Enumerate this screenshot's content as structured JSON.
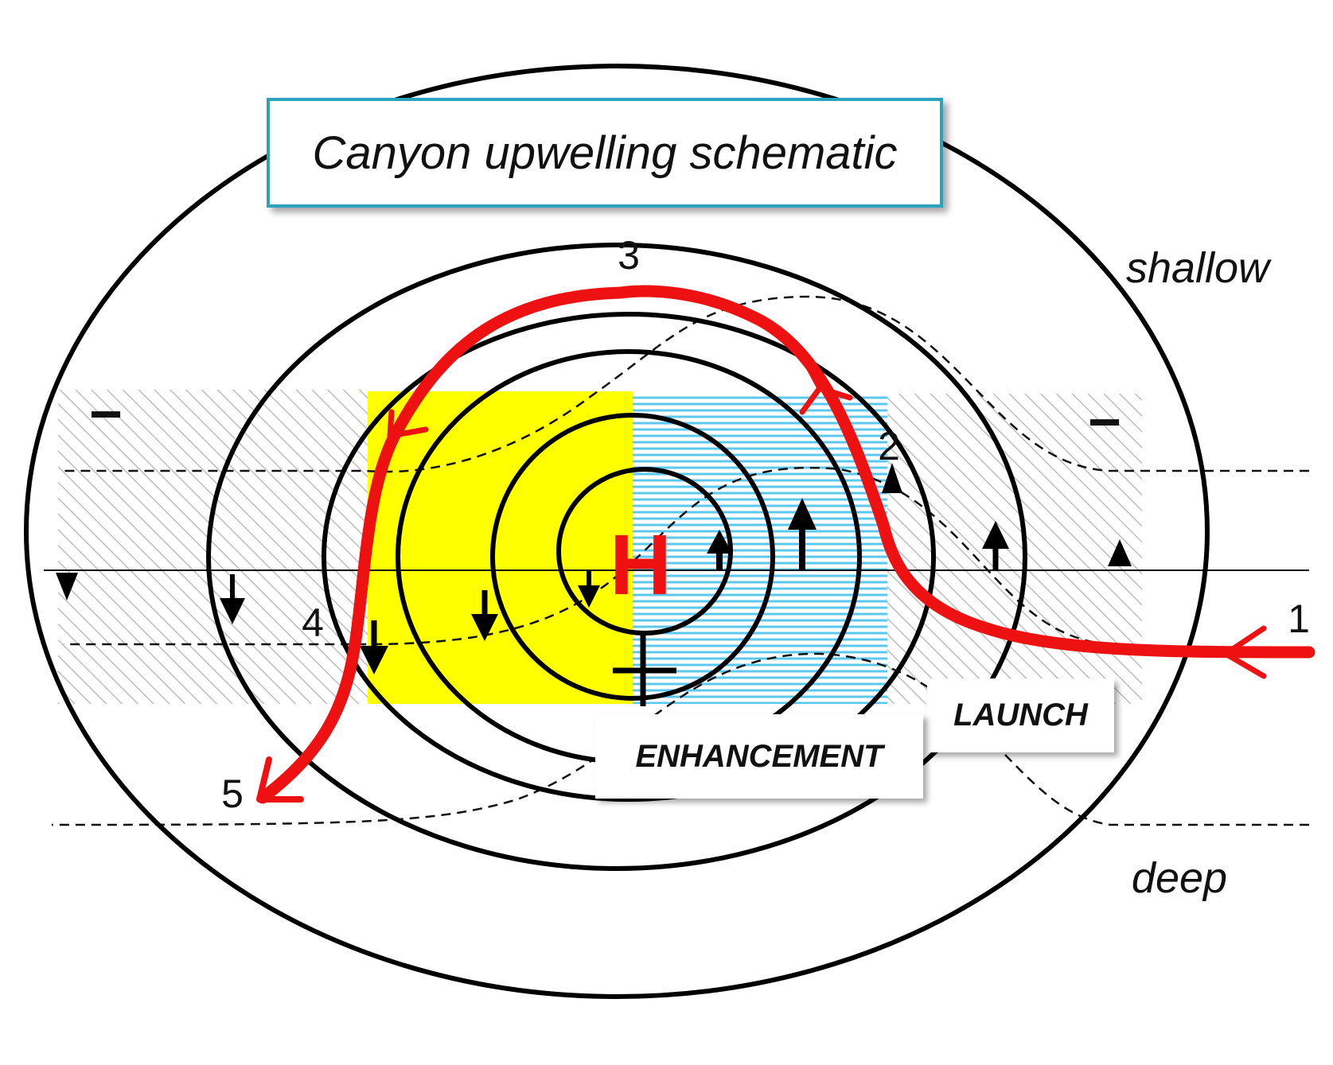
{
  "title": "Canyon upwelling schematic",
  "labels": {
    "shallow": "shallow",
    "deep": "deep",
    "launch": "LAUNCH",
    "enhancement": "ENHANCEMENT",
    "high_symbol": "H",
    "minus": "−"
  },
  "stage_numbers": [
    "1",
    "2",
    "3",
    "4",
    "5"
  ],
  "colors": {
    "path": "#ee1111",
    "contour": "#000000",
    "yellow_region": "#ffff00",
    "blue_hatch": "#5bc8ee",
    "gray_hatch": "#bdbdbd",
    "title_border": "#2ba3bd",
    "h_symbol": "#ee1111"
  }
}
